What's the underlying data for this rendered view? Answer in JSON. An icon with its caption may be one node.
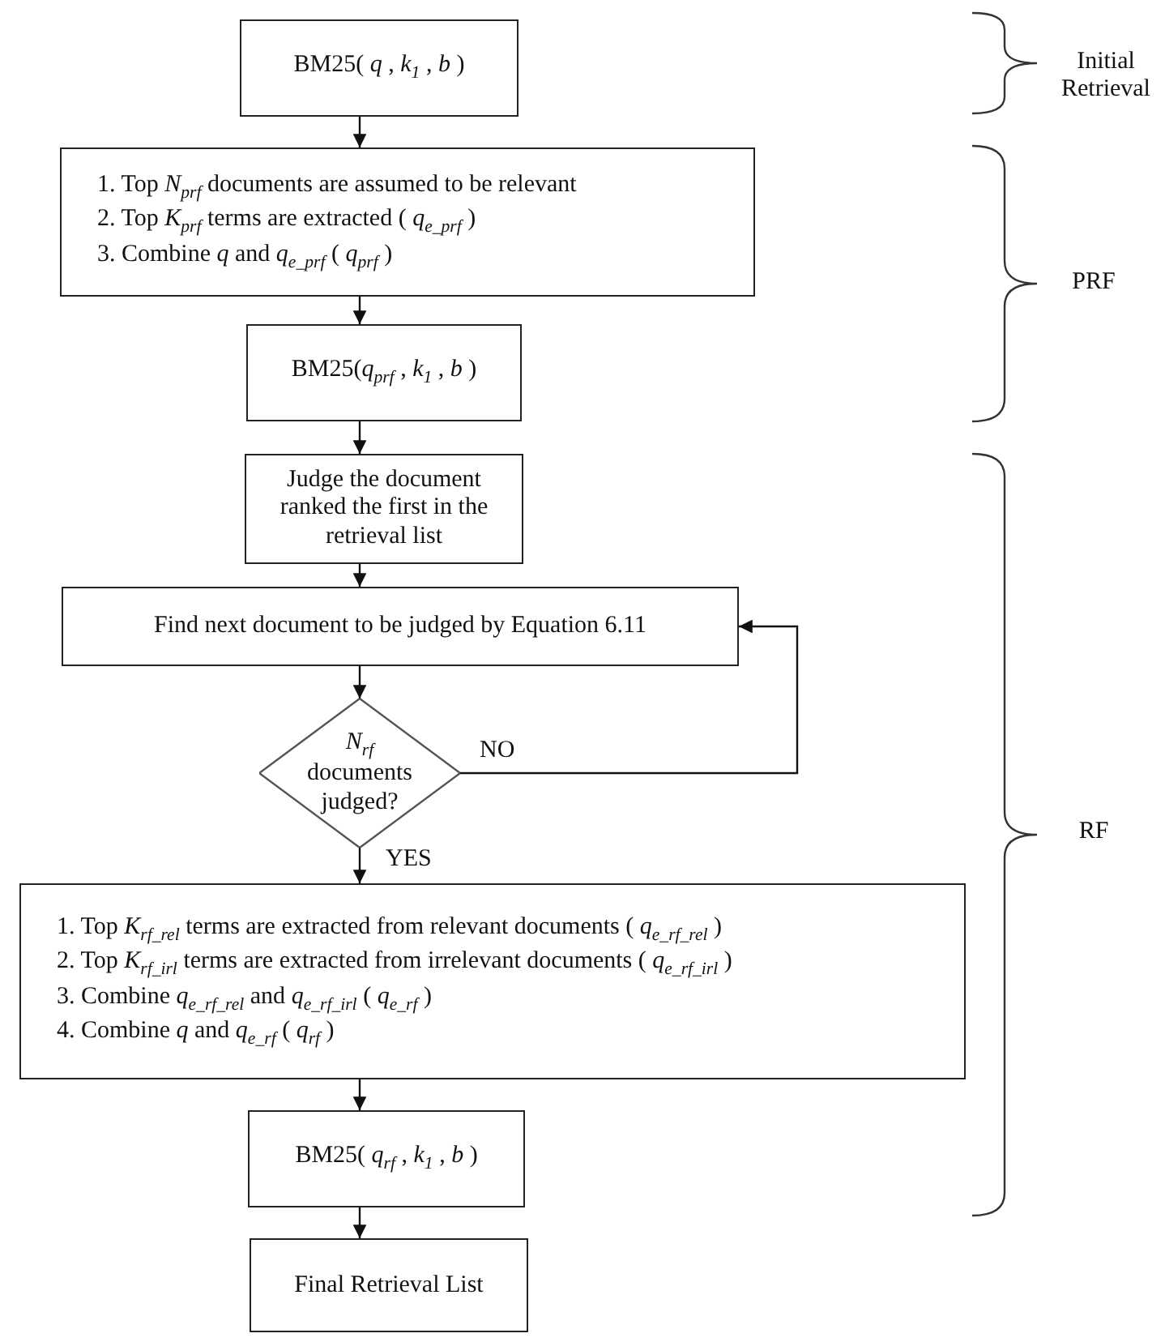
{
  "diagram": {
    "nodes": [
      {
        "text": [
          "BM25( *q* , *k*$_{1}$ , *b* )"
        ]
      },
      {
        "text": [
          "1. Top *N*$_{prf}$ documents are assumed to be relevant",
          "2. Top *K*$_{prf}$ terms are extracted ( *q*$_{e_prf}$ )",
          "3. Combine *q* and *q*$_{e_prf}$ ( *q*$_{prf}$ )"
        ]
      },
      {
        "text": [
          "BM25(*q*$_{prf}$ , *k*$_{1}$ , *b* )"
        ]
      },
      {
        "text": [
          "Judge the document ranked the first in the retrieval list"
        ]
      },
      {
        "text": [
          "Find next document to be judged by Equation 6.11"
        ]
      },
      {
        "text": [
          "*N*$_{rf}$ documents judged?"
        ]
      },
      {
        "text": [
          "1. Top *K*$_{rf_rel}$ terms are extracted from relevant documents ( *q*$_{e_rf_rel}$ )",
          "2. Top *K*$_{rf_irl}$ terms are extracted from irrelevant documents ( *q*$_{e_rf_irl}$ )",
          "3. Combine *q*$_{e_rf_rel}$ and *q*$_{e_rf_irl}$ ( *q*$_{e_rf}$ )",
          "4. Combine *q* and *q*$_{e_rf}$ ( *q*$_{rf}$ )"
        ]
      },
      {
        "text": [
          "BM25( *q*$_{rf}$ , *k*$_{1}$ , *b* )"
        ]
      },
      {
        "text": [
          "Final Retrieval List"
        ]
      }
    ],
    "edges": [
      {
        "from": 0,
        "to": 1,
        "arrow": "to"
      },
      {
        "from": 1,
        "to": 2,
        "arrow": "to"
      },
      {
        "from": 2,
        "to": 3,
        "arrow": "to"
      },
      {
        "from": 3,
        "to": 4,
        "arrow": "to"
      },
      {
        "from": 4,
        "to": 5,
        "arrow": "to"
      },
      {
        "from": 5,
        "to": 4,
        "arrow": "to",
        "label": "NO"
      },
      {
        "from": 5,
        "to": 6,
        "arrow": "to",
        "label": "YES"
      },
      {
        "from": 6,
        "to": 7,
        "arrow": "to"
      },
      {
        "from": 7,
        "to": 8,
        "arrow": "to"
      }
    ],
    "labels": [
      "Initial Retrieval",
      "PRF",
      "RF"
    ]
  }
}
